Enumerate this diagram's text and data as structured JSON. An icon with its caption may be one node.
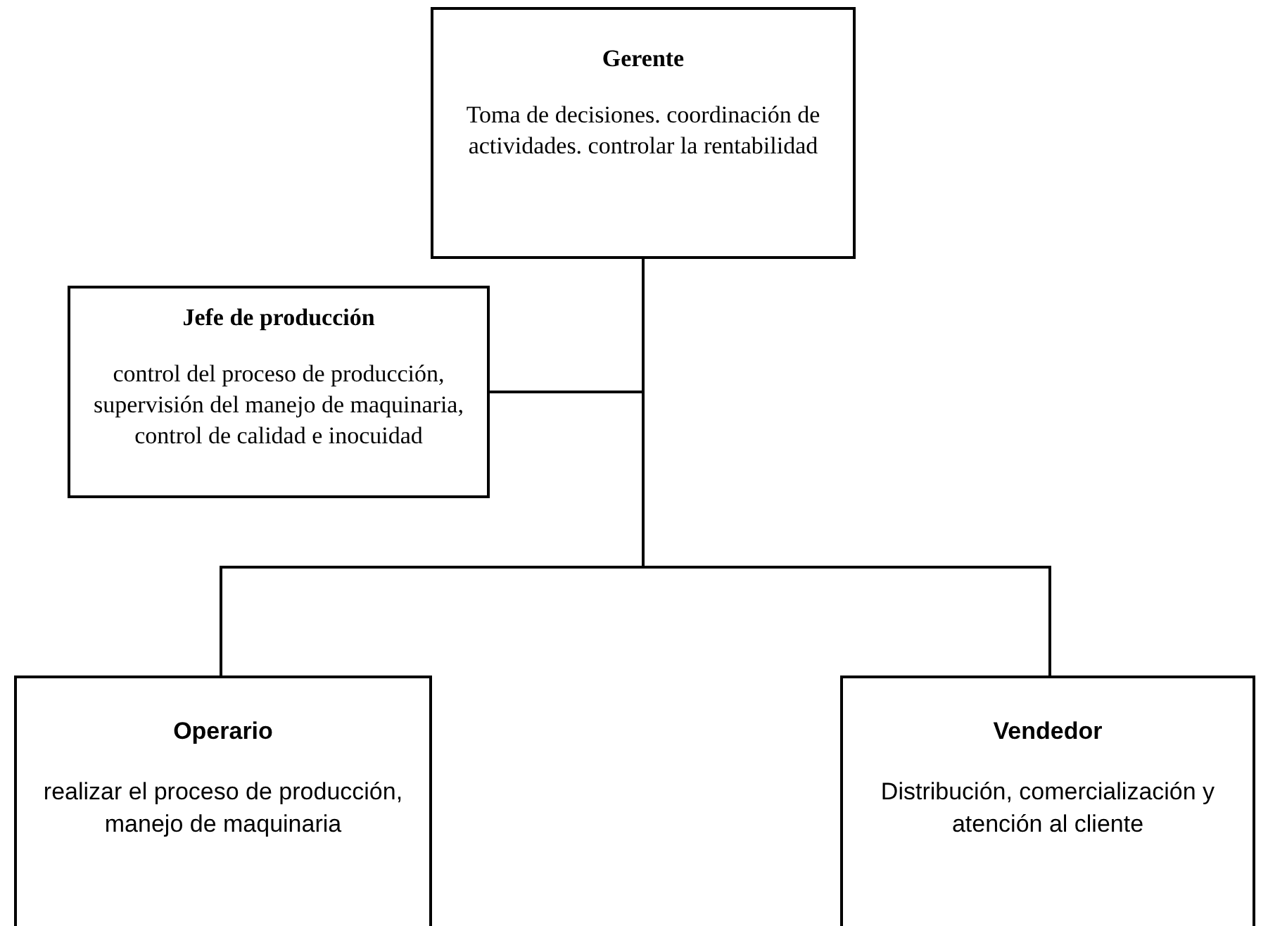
{
  "diagram": {
    "nodes": [
      {
        "text": [
          "Gerente",
          "Toma de decisiones. coordinación de actividades. controlar la rentabilidad"
        ]
      },
      {
        "text": [
          "Jefe de producción",
          "control del proceso de producción, supervisión del manejo de maquinaria, control de calidad e inocuidad"
        ]
      },
      {
        "text": [
          "Operario",
          "realizar el proceso de producción, manejo de maquinaria"
        ]
      },
      {
        "text": [
          "Vendedor",
          "Distribución, comercialización y atención al cliente"
        ]
      }
    ],
    "edges": [
      {
        "from": 0,
        "to": 1,
        "arrow": "none"
      },
      {
        "from": 0,
        "to": 2,
        "arrow": "none"
      },
      {
        "from": 0,
        "to": 3,
        "arrow": "none"
      }
    ]
  }
}
